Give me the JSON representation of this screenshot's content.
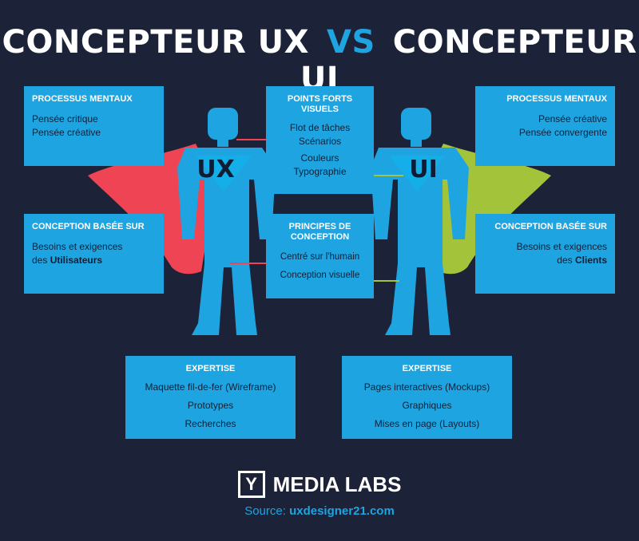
{
  "title": {
    "left": "CONCEPTEUR UX",
    "vs": "VS",
    "right": "CONCEPTEUR UI"
  },
  "figures": {
    "ux_label": "UX",
    "ui_label": "UI",
    "ux_cape_color": "#ef4454",
    "ui_cape_color": "#a3c43a",
    "body_color": "#1ea4e0"
  },
  "ux_mental": {
    "heading": "PROCESSUS MENTAUX",
    "items": [
      "Pensée critique",
      "Pensée créative"
    ]
  },
  "ux_design": {
    "heading": "CONCEPTION BASÉE SUR",
    "line1": "Besoins et exigences",
    "line2_prefix": "des ",
    "line2_bold": "Utilisateurs"
  },
  "ui_mental": {
    "heading": "PROCESSUS MENTAUX",
    "items": [
      "Pensée créative",
      "Pensée convergente"
    ]
  },
  "ui_design": {
    "heading": "CONCEPTION BASÉE SUR",
    "line1": "Besoins et exigences",
    "line2_prefix": "des ",
    "line2_bold": "Clients"
  },
  "strengths": {
    "heading": "POINTS FORTS VISUELS",
    "items": [
      "Flot de tâches",
      "Scénarios",
      "Couleurs",
      "Typographie"
    ]
  },
  "principles": {
    "heading": "PRINCIPES DE CONCEPTION",
    "items": [
      "Centré sur l'humain",
      "Conception visuelle"
    ]
  },
  "ux_expertise": {
    "heading": "EXPERTISE",
    "items": [
      "Maquette fil-de-fer (Wireframe)",
      "Prototypes",
      "Recherches"
    ]
  },
  "ui_expertise": {
    "heading": "EXPERTISE",
    "items": [
      "Pages interactives (Mockups)",
      "Graphiques",
      "Mises en page (Layouts)"
    ]
  },
  "footer": {
    "logo_mark": "Y",
    "brand": "MEDIA LABS",
    "source_prefix": "Source: ",
    "source_link": "uxdesigner21.com"
  }
}
